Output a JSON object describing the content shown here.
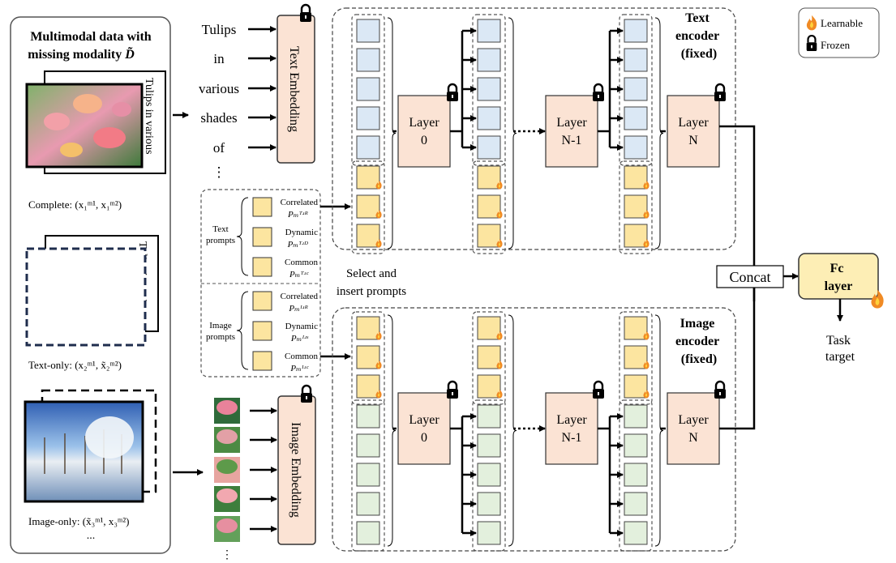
{
  "left_panel": {
    "title_line1": "Multimodal data with",
    "title_line2": "missing modality",
    "title_symbol": "D̃",
    "card_text_complete": "Tulips in various",
    "card_text_textonly": "Tulips in vari",
    "complete_label": "Complete: (x₁ᵐ¹, x₁ᵐ²)",
    "textonly_label": "Text-only: (x₂ᵐ¹, x̃₂ᵐ²)",
    "imageonly_label": "Image-only: (x̃₃ᵐ¹, x₃ᵐ²)",
    "ellipsis": "..."
  },
  "tokens": [
    "Tulips",
    "in",
    "various",
    "shades",
    "of",
    "⋮"
  ],
  "image_patches_ellipsis": "⋮",
  "text_embedding_label": "Text Embedding",
  "image_embedding_label": "Image Embedding",
  "prompts": {
    "text_group_label_1": "Text",
    "text_group_label_2": "prompts",
    "image_group_label_1": "Image",
    "image_group_label_2": "prompts",
    "text_items": [
      {
        "name": "Correlated",
        "symbol": "Pₘᵀʴᴿ"
      },
      {
        "name": "Dynamic",
        "symbol": "Pₘᵀʴᴰ"
      },
      {
        "name": "Common",
        "symbol": "Pₘᵀʴᶜ"
      }
    ],
    "image_items": [
      {
        "name": "Correlated",
        "symbol": "Pₘᴵʴᴿ"
      },
      {
        "name": "Dynamic",
        "symbol": "Pₘᴵʴˢ"
      },
      {
        "name": "Common",
        "symbol": "Pₘᴵʴᶜ"
      }
    ],
    "select_label_1": "Select and",
    "select_label_2": "insert prompts"
  },
  "text_encoder": {
    "title_1": "Text",
    "title_2": "encoder",
    "title_3": "(fixed)",
    "layer_0": [
      "Layer",
      "0"
    ],
    "layer_n1": [
      "Layer",
      "N-1"
    ],
    "layer_n": [
      "Layer",
      "N"
    ]
  },
  "image_encoder": {
    "title_1": "Image",
    "title_2": "encoder",
    "title_3": "(fixed)",
    "layer_0": [
      "Layer",
      "0"
    ],
    "layer_n1": [
      "Layer",
      "N-1"
    ],
    "layer_n": [
      "Layer",
      "N"
    ]
  },
  "concat_label": "Concat",
  "fc_label_1": "Fc",
  "fc_label_2": "layer",
  "task_label_1": "Task",
  "task_label_2": "target",
  "legend": {
    "learnable": "Learnable",
    "frozen": "Frozen",
    "learnable_icon": "flame-icon",
    "frozen_icon": "lock-icon"
  },
  "colors": {
    "text_token": "#dbe8f5",
    "image_token": "#e3f0dd",
    "prompt": "#fce5a0",
    "layer": "#fbe3d4",
    "fc": "#fdeeb5",
    "flame": "#f08a24"
  }
}
